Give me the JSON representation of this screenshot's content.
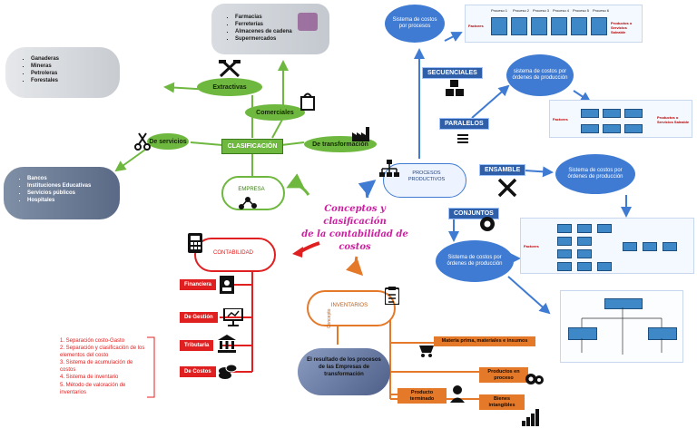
{
  "title_lines": [
    "Conceptos y clasificación",
    "de la contabilidad de",
    "costos"
  ],
  "classification": {
    "label": "CLASIFICACIÓN",
    "empresa": "EMPRESA",
    "extractivas": "Extractivas",
    "comerciales": "Comerciales",
    "servicios": "De servicios",
    "transformacion": "De transformación",
    "extractivas_list": [
      "Ganaderas",
      "Mineras",
      "Petroleras",
      "Forestales"
    ],
    "comerciales_list": [
      "Farmacias",
      "Ferreterías",
      "Almacenes de cadena",
      "Supermercados"
    ],
    "servicios_list": [
      "Bancos",
      "Instituciones Educativas",
      "Servicios públicos",
      "Hospitales"
    ]
  },
  "contabilidad": {
    "label": "CONTABILIDAD",
    "types": [
      "Financiera",
      "De Gestión",
      "Tributaria",
      "De Costos"
    ],
    "objectives": [
      "1.  Separación costo-Gasto",
      "2.  Separación y clasificación de los elementos del costo",
      "3.  Sistema de acumulación de costos",
      "4.  Sistema de inventario",
      "5.  Método de valoración de inventarios"
    ]
  },
  "procesos": {
    "label": "PROCESOS PRODUCTIVOS",
    "secuenciales": "SECUENCIALES",
    "paralelos": "PARALELOS",
    "ensamble": "ENSAMBLE",
    "conjuntos": "CONJUNTOS",
    "sec_system": "Sistema de costos por procesos",
    "par_system": "sistema de costos por órdenes de producción",
    "ens_system": "Sistema de costos por órdenes de producción",
    "con_system": "Sistema de costos por órdenes de producción",
    "flow_factor": "Factores",
    "flow_output": "Productos o Servicios Saleable",
    "flow_steps": [
      "Proceso 1",
      "Proceso 2",
      "Proceso 3",
      "Proceso 4",
      "Proceso 5",
      "Proceso 6"
    ]
  },
  "inventarios": {
    "label": "INVENTARIOS",
    "concepto": "Concepto",
    "desc": "El resultado de los procesos de las Empresas de transformación",
    "items": [
      "Materia prima, materiales e insumos",
      "Productos en proceso",
      "Producto terminado",
      "Bienes intangibles"
    ]
  },
  "colors": {
    "blue": "#3f7bd2",
    "green": "#6fb83f",
    "red": "#e02020",
    "orange": "#e5792a",
    "magenta": "#cc1fa0"
  }
}
